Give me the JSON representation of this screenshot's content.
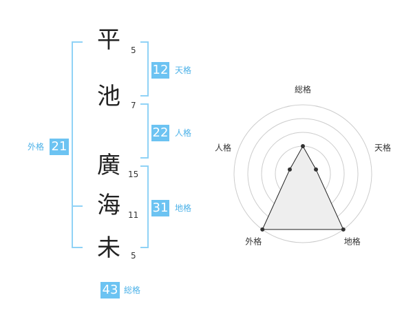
{
  "name": {
    "chars": [
      {
        "char": "平",
        "strokes": "5"
      },
      {
        "char": "池",
        "strokes": "7"
      },
      {
        "char": "廣",
        "strokes": "15"
      },
      {
        "char": "海",
        "strokes": "11"
      },
      {
        "char": "未",
        "strokes": "5"
      }
    ]
  },
  "fortune": {
    "tenkaku": {
      "value": "12",
      "label": "天格"
    },
    "jinkaku": {
      "value": "22",
      "label": "人格"
    },
    "chikaku": {
      "value": "31",
      "label": "地格"
    },
    "gaikaku": {
      "value": "21",
      "label": "外格"
    },
    "soukaku": {
      "value": "43",
      "label": "総格"
    }
  },
  "chart_data": {
    "type": "radar",
    "axes": [
      "総格",
      "天格",
      "地格",
      "外格",
      "人格"
    ],
    "values": [
      2,
      1,
      5,
      5,
      1
    ],
    "max": 5,
    "colors": {
      "accent": "#6cc3f2",
      "fill": "#eeeeee",
      "line": "#222222",
      "grid": "#cccccc"
    }
  }
}
